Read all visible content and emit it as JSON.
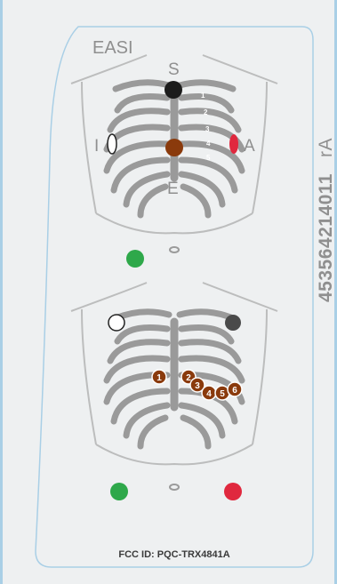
{
  "label": {
    "system_name": "EASI",
    "part_number": "453564214011",
    "revision": "rA",
    "fcc_id": "FCC ID: PQC-TRX4841A"
  },
  "top_figure": {
    "electrodes": {
      "s": {
        "letter": "S",
        "color": "#1c1c1c"
      },
      "e": {
        "letter": "E",
        "color": "#8a3a0c"
      },
      "i": {
        "letter": "I",
        "color": "#ffffff"
      },
      "a": {
        "letter": "A",
        "color": "#e0283e"
      },
      "ground": {
        "color": "#2ea84a"
      }
    },
    "rib_numbers": [
      "1",
      "2",
      "3",
      "4",
      "5"
    ]
  },
  "bottom_figure": {
    "limb_electrodes": {
      "right_arm": {
        "color": "#ffffff"
      },
      "left_arm": {
        "color": "#4a4a4a"
      },
      "right_leg": {
        "color": "#2ea84a"
      },
      "left_leg": {
        "color": "#e0283e"
      }
    },
    "chest_electrodes": [
      "1",
      "2",
      "3",
      "4",
      "5",
      "6"
    ],
    "chest_electrode_color": "#8a3a0c"
  }
}
